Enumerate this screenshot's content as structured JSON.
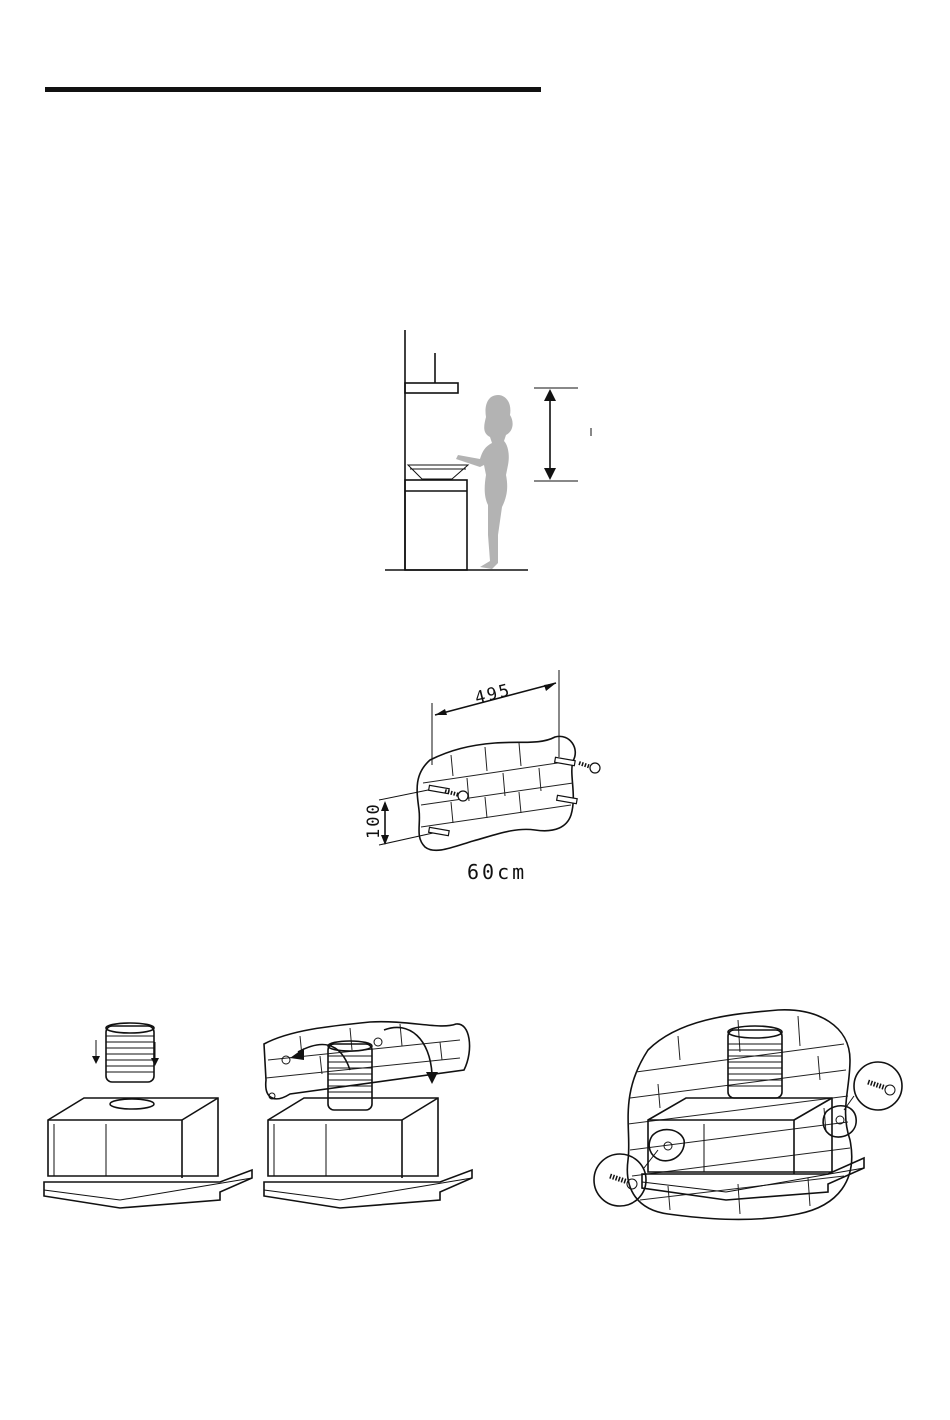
{
  "figure_wall": {
    "dim_width": "495",
    "dim_height": "100",
    "size_label": "60cm"
  },
  "colors": {
    "line": "#111111",
    "figure_fill": "#b3b3b3",
    "background": "#ffffff"
  }
}
